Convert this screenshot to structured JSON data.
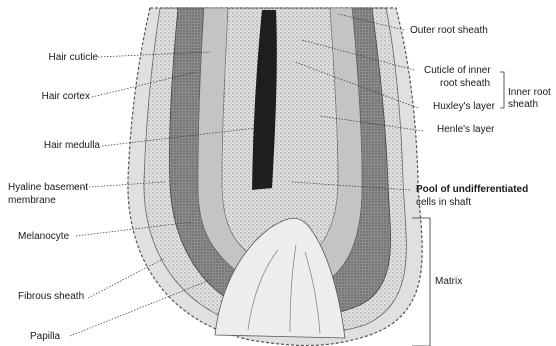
{
  "labels": {
    "outer_root_sheath": "Outer root sheath",
    "hair_cuticle": "Hair cuticle",
    "cuticle_inner_root_sheath_1": "Cuticle of inner",
    "cuticle_inner_root_sheath_2": "root sheath",
    "inner_root_sheath_1": "Inner root",
    "inner_root_sheath_2": "sheath",
    "hair_cortex": "Hair cortex",
    "huxleys_layer": "Huxley's layer",
    "henles_layer": "Henle's layer",
    "hair_medulla": "Hair medulla",
    "hyaline_1": "Hyaline basement",
    "hyaline_2": "membrane",
    "pool_1": "Pool of undifferentiated",
    "pool_2": "cells in shaft",
    "melanocyte": "Melanocyte",
    "fibrous_sheath": "Fibrous sheath",
    "matrix": "Matrix",
    "papilla": "Papilla"
  },
  "colors": {
    "outer_layer": "#d9d9d9",
    "dark_band": "#8c8c8c",
    "mid_band": "#bdbdbd",
    "core": "#e6e6e6",
    "medulla": "#1e1e1e",
    "line": "#333333"
  }
}
